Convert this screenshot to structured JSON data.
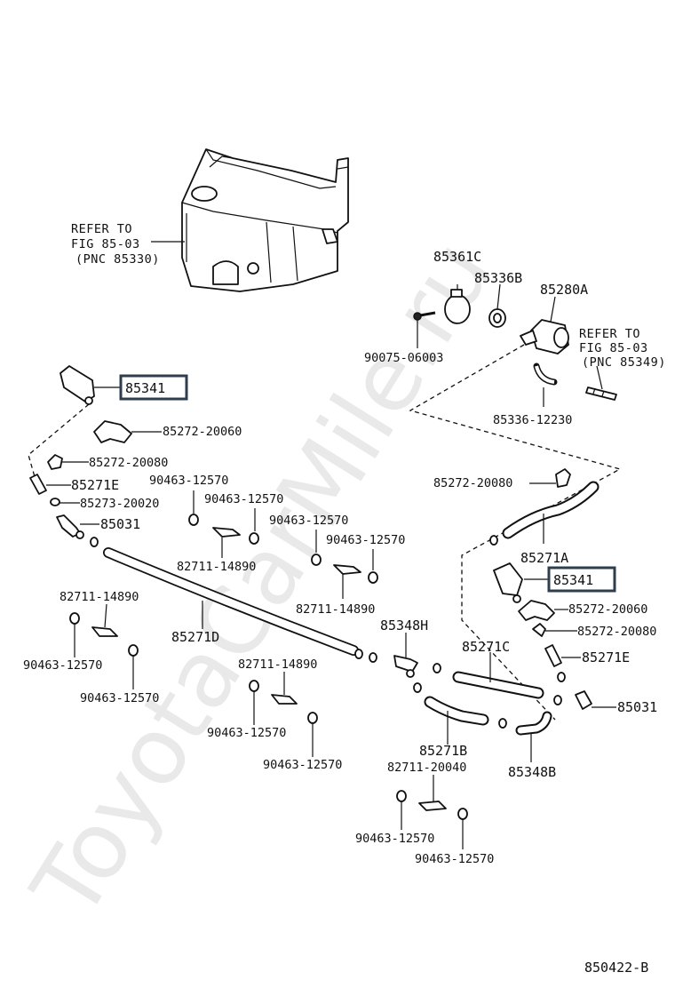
{
  "watermark": "ToyotaCarMile.ru",
  "figure_id": "850422-B",
  "refs": {
    "tank": [
      "REFER TO",
      "FIG 85-03",
      "(PNC 85330)"
    ],
    "pump": [
      "REFER TO",
      "FIG 85-03",
      "(PNC 85349)"
    ]
  },
  "labels": {
    "p85361C": "85361C",
    "p85336B": "85336B",
    "p85280A": "85280A",
    "p90075": "90075-06003",
    "p85336_12230": "85336-12230",
    "p85341_left": "85341",
    "p85341_right": "85341",
    "p85272_20060_left": "85272-20060",
    "p85272_20080_left": "85272-20080",
    "p85271E_left": "85271E",
    "p85273_20020": "85273-20020",
    "p85031_left": "85031",
    "p90463_a": "90463-12570",
    "p90463_b": "90463-12570",
    "p90463_c": "90463-12570",
    "p90463_d": "90463-12570",
    "p82711_a": "82711-14890",
    "p82711_b": "82711-14890",
    "p85272_20080_mid": "85272-20080",
    "p85271A": "85271A",
    "p82711_c": "82711-14890",
    "p85271D": "85271D",
    "p90463_e": "90463-12570",
    "p90463_f": "90463-12570",
    "p85348H": "85348H",
    "p85271C": "85271C",
    "p85272_20060_right": "85272-20060",
    "p85272_20080_right": "85272-20080",
    "p85271E_right": "85271E",
    "p82711_d": "82711-14890",
    "p90463_g": "90463-12570",
    "p90463_h": "90463-12570",
    "p85031_right": "85031",
    "p85271B": "85271B",
    "p85348B": "85348B",
    "p82711_20040": "82711-20040",
    "p90463_i": "90463-12570",
    "p90463_j": "90463-12570"
  }
}
